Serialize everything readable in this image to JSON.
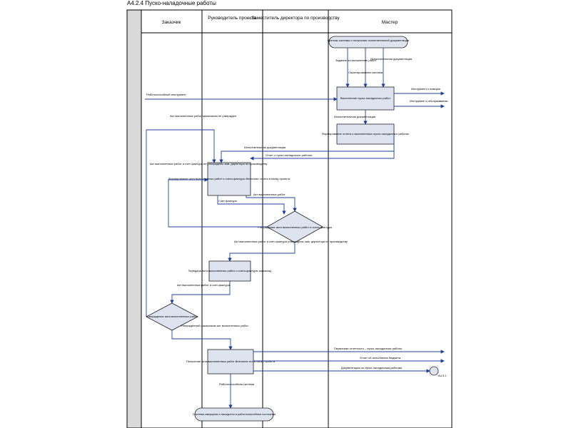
{
  "title": "А4.2.4 Пуско-наладочные работы",
  "lanes": [
    {
      "name": "Заказчик"
    },
    {
      "name": "Руководитель проекта"
    },
    {
      "name": "Заместитель директора по производству"
    },
    {
      "name": "Мастер"
    }
  ],
  "nodes": {
    "start": "Монтаж системы и получение исполнительной документации",
    "setup": "Выполнение пуско-наладочных работ",
    "report": "Формирование отчета о выполненных пуско-наладочных работах",
    "form_act": "Формирование акта выполненных работ и счета-фактуры Внесение отчета в папку проекта",
    "approve_dz": "Утверждение акта выполненных работ и счета-фактуры",
    "send_act": "Передача акта выполненных работ и счета-фактуры заказчику",
    "approve_cust": "Утверждение акта выполненных работ",
    "receive_act": "Получение акта выполненных работ Внесение его в папку проекта",
    "end": "Система запущена и находится в работоспособном состоянии",
    "connector": "А4.3.1"
  },
  "labels": {
    "task": "Задание на выполнение работ",
    "exec_docs_in": "Исполнительная документация",
    "mounted": "Смонтированная система",
    "tool_in": "Работоспособный инструмент",
    "tool_repair": "Инструмент к поверке",
    "tool_service": "Инструмент к обслуживанию",
    "exec_docs_out": "Исполнительная документация",
    "exec_docs_2": "Исполнительная документация",
    "report_setup": "Отчет о пуско-наладочных работах",
    "rejected_cust": "Акт выполненных работ заказчиком не утвержден",
    "rejected_dz": "Акт выполненных работ и счет-фактура не утверждены зам. директора по производству",
    "act": "Акт выполненных работ",
    "invoice": "Счет-фактура",
    "approved_dz": "Акт выполненных работ и счет-фактура утверждены зам. директора по производству",
    "act_invoice": "Акт выполненных работ и счет-фактура",
    "approved_cust": "Утвержденный заказчиком акт выполненных работ",
    "primary": "Первичная отчетность – пуско-наладочные работы",
    "budget": "Отчет об исполнении бюджета",
    "docs": "Документация по пуско-наладочным работам",
    "working": "Работоспособная система"
  }
}
